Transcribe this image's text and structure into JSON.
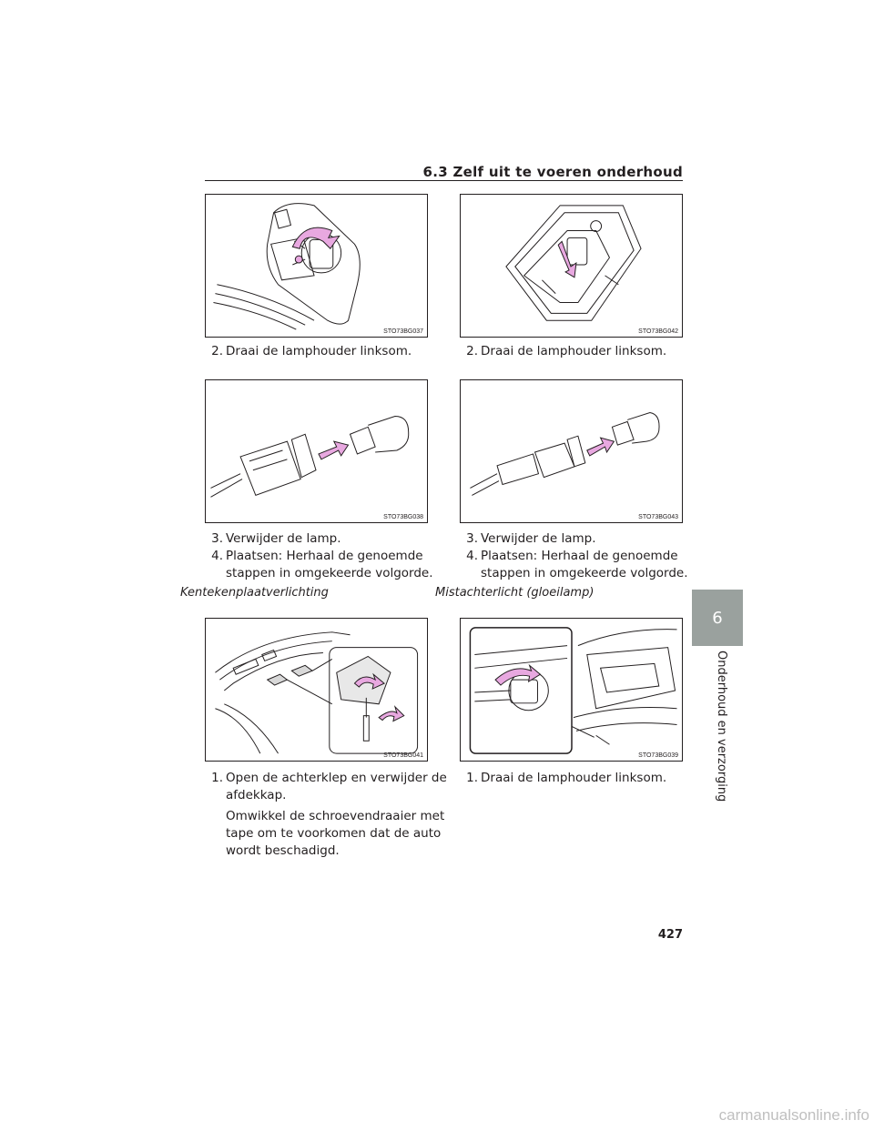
{
  "header": {
    "title": "6.3 Zelf uit te voeren onderhoud"
  },
  "figures": {
    "f037": "STO73BG037",
    "f042": "STO73BG042",
    "f038": "STO73BG038",
    "f043": "STO73BG043",
    "f041": "STO73BG041",
    "f039": "STO73BG039"
  },
  "left": {
    "step1": {
      "num": "2.",
      "text": "Draai de lamphouder linksom."
    },
    "step2": {
      "num": "3.",
      "text": "Verwijder de lamp."
    },
    "step3": {
      "num": "4.",
      "text": "Plaatsen: Herhaal de genoemde",
      "cont": "stappen in omgekeerde volgorde."
    },
    "section": "Kentekenplaatverlichting",
    "step4": {
      "num": "1.",
      "text": "Open de achterklep en verwijder de",
      "cont": "afdekkap."
    },
    "note": [
      "Omwikkel de schroevendraaier met",
      "tape om te voorkomen dat de auto",
      "wordt beschadigd."
    ]
  },
  "right": {
    "step1": {
      "num": "2.",
      "text": "Draai de lamphouder linksom."
    },
    "step2": {
      "num": "3.",
      "text": "Verwijder de lamp."
    },
    "step3": {
      "num": "4.",
      "text": "Plaatsen: Herhaal de genoemde",
      "cont": "stappen in omgekeerde volgorde."
    },
    "section": "Mistachterlicht (gloeilamp)",
    "step4": {
      "num": "1.",
      "text": "Draai de lamphouder linksom."
    }
  },
  "sidebar": {
    "chapter": "6",
    "label": "Onderhoud en verzorging"
  },
  "page_number": "427",
  "watermark": "carmanualsonline.info",
  "colors": {
    "arrow": "#e8a8e0",
    "tab": "#9aa19e"
  }
}
